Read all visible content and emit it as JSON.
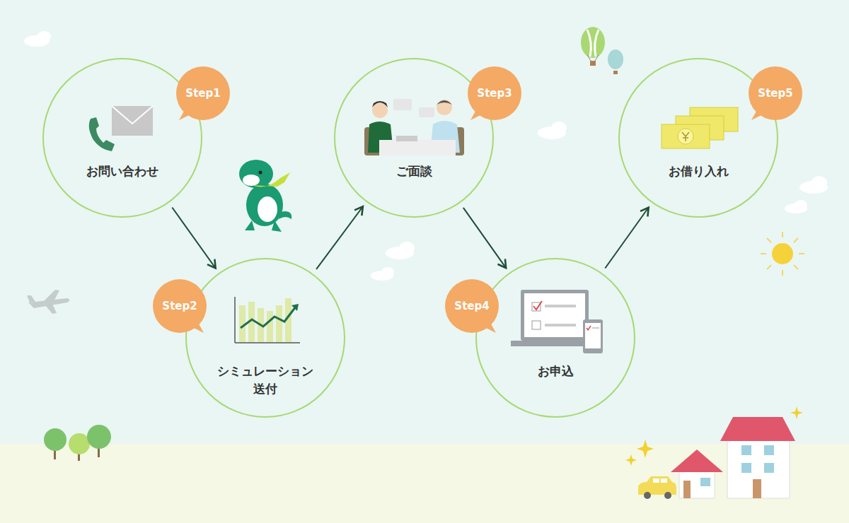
{
  "diagram": {
    "nodes": [
      {
        "text": [
          "Step1",
          "お問い合わせ"
        ]
      },
      {
        "text": [
          "Step2",
          "シミュレーション 送付"
        ]
      },
      {
        "text": [
          "Step3",
          "ご面談"
        ]
      },
      {
        "text": [
          "Step4",
          "お申込"
        ]
      },
      {
        "text": [
          "Step5",
          "お借り入れ"
        ]
      }
    ],
    "edges": [
      {
        "from": 0,
        "to": 1,
        "arrow": "to"
      },
      {
        "from": 1,
        "to": 2,
        "arrow": "to"
      },
      {
        "from": 2,
        "to": 3,
        "arrow": "to"
      },
      {
        "from": 3,
        "to": 4,
        "arrow": "to"
      }
    ]
  }
}
